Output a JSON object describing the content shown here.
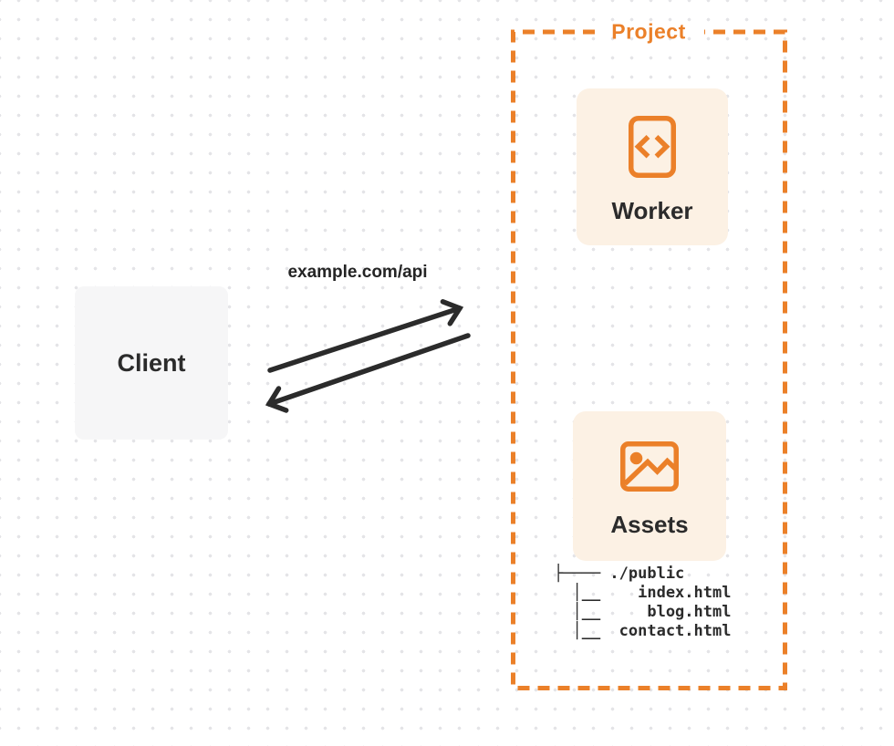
{
  "project": {
    "label": "Project"
  },
  "client": {
    "label": "Client"
  },
  "worker": {
    "label": "Worker",
    "icon": "code-icon"
  },
  "assets": {
    "label": "Assets",
    "icon": "image-icon"
  },
  "request": {
    "label": "example.com/api"
  },
  "file_tree": {
    "lines": [
      "├──── ./public",
      "  │__    index.html",
      "  │__     blog.html",
      "  │__  contact.html"
    ]
  },
  "colors": {
    "accent_orange": "#EB8029",
    "card_fill": "#FCF1E4",
    "client_fill": "#F6F6F7",
    "text_dark": "#2B2B2B",
    "dot_grid": "#E4E4E7"
  }
}
